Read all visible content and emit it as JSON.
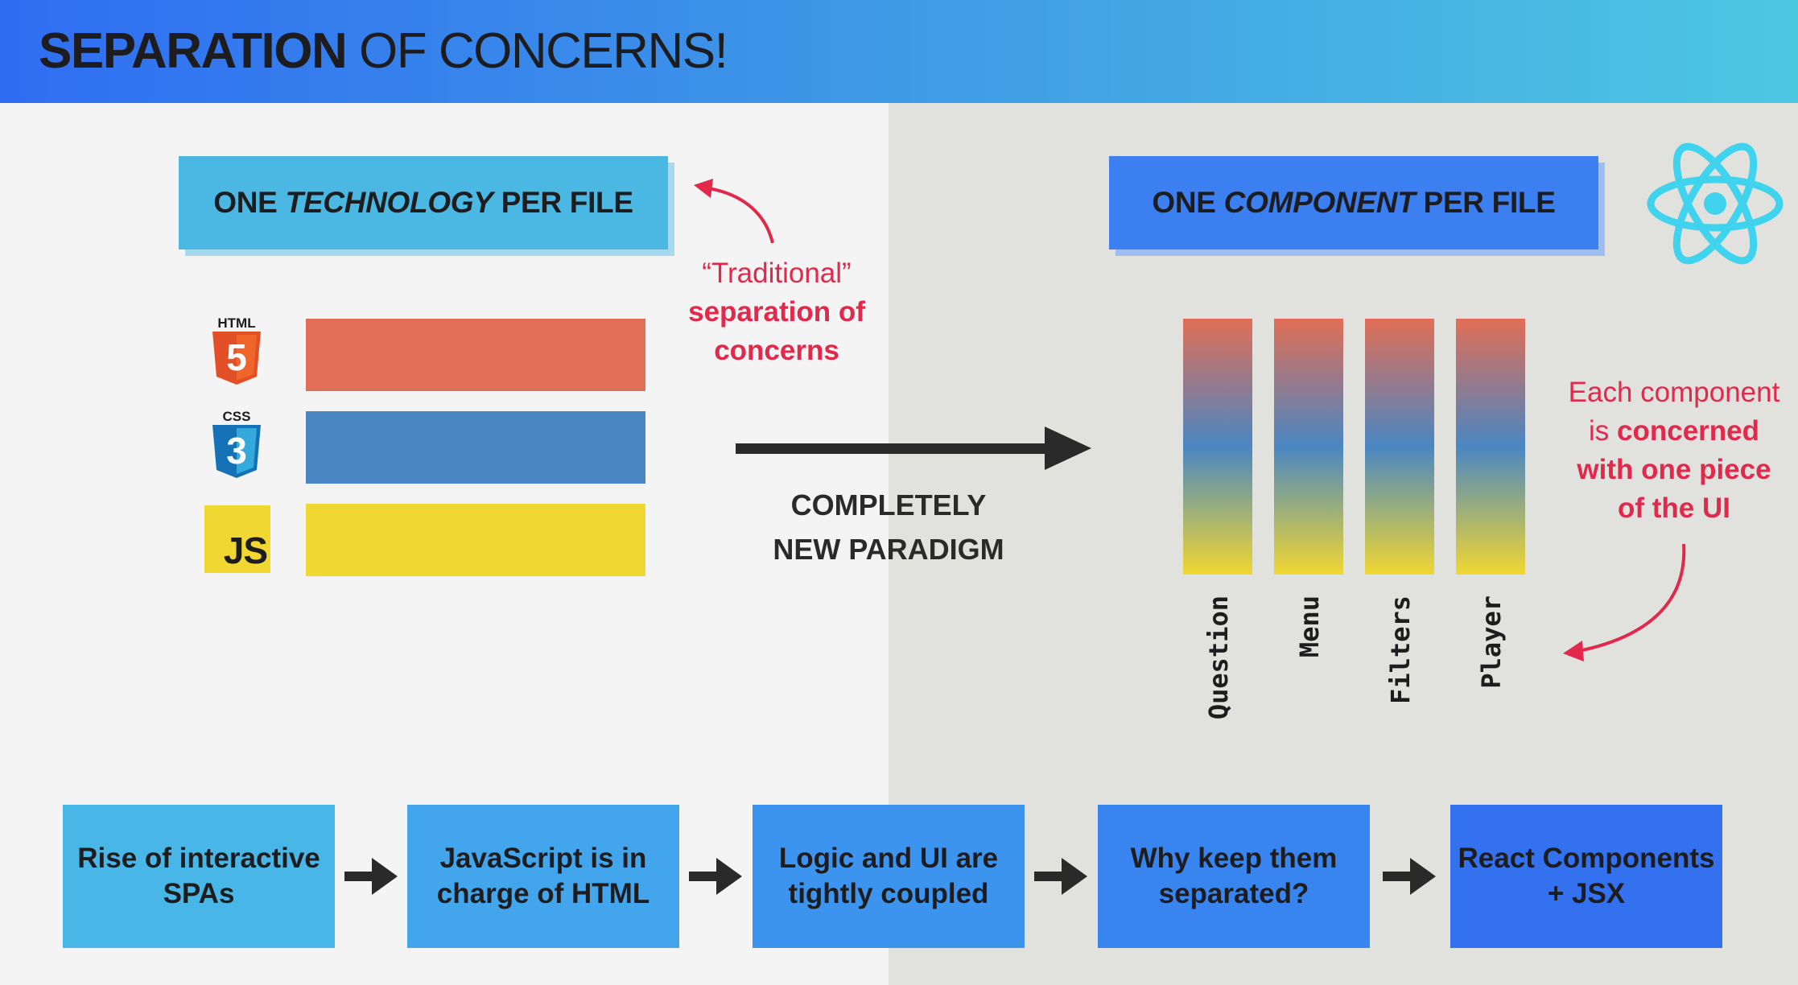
{
  "header": {
    "title_bold": "SEPARATION",
    "title_rest": "OF CONCERNS!",
    "gradient": [
      "#2f6df2",
      "#4cc7e2"
    ]
  },
  "left": {
    "box_pre": "ONE",
    "box_em": "TECHNOLOGY",
    "box_post": "PER FILE",
    "tech_logos": [
      {
        "icon": "html5-logo-icon",
        "label": "HTML",
        "glyph": "5",
        "color": "#e34f26"
      },
      {
        "icon": "css3-logo-icon",
        "label": "CSS",
        "glyph": "3",
        "color": "#1f6ed3"
      },
      {
        "icon": "js-logo-icon",
        "label": "JS",
        "color": "#f0d732"
      }
    ],
    "bar_colors": {
      "html": "#e16e56",
      "css": "#4a86c2",
      "js": "#f0d732"
    },
    "note_line1": "“Traditional”",
    "note_line2": "separation of",
    "note_line3": "concerns"
  },
  "middle": {
    "line1": "COMPLETELY",
    "line2": "NEW PARADIGM"
  },
  "right": {
    "box_pre": "ONE",
    "box_em": "COMPONENT",
    "box_post": "PER FILE",
    "react_icon": "react-logo-icon",
    "components": [
      "Question",
      "Menu",
      "Filters",
      "Player"
    ],
    "note_a": "Each component",
    "note_b": "is",
    "note_b_bold": "concerned",
    "note_c": "with one piece",
    "note_d": "of the UI"
  },
  "flow": [
    {
      "text": "Rise of interactive SPAs",
      "color": "#48b6e6"
    },
    {
      "text": "JavaScript is in charge of HTML",
      "color": "#43a5ec"
    },
    {
      "text": "Logic and UI are tightly coupled",
      "color": "#3d94ee"
    },
    {
      "text": "Why keep them separated?",
      "color": "#3985f0"
    },
    {
      "text": "React Components + JSX",
      "color": "#3371ef"
    }
  ],
  "colors": {
    "accent_red": "#e2284b",
    "react_cyan": "#3fd3ee",
    "dark": "#1d1d1f"
  }
}
